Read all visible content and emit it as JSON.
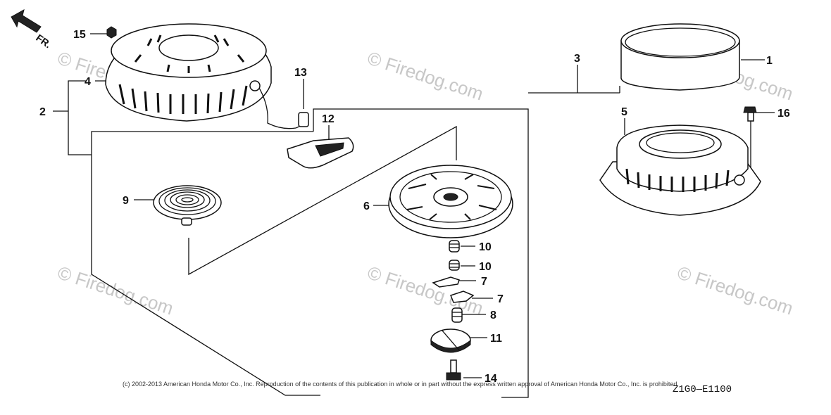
{
  "direction_label": "FR.",
  "watermark": "© Firedog.com",
  "copyright": "(c) 2002-2013 American Honda Motor Co., Inc. Reproduction of the contents of this publication in whole or in part without the express written approval of American Honda Motor Co., Inc. is prohibited.",
  "diagram_code": "Z1G0—E1100",
  "callouts": {
    "c1": "1",
    "c2": "2",
    "c3": "3",
    "c4": "4",
    "c5": "5",
    "c6": "6",
    "c7a": "7",
    "c7b": "7",
    "c8": "8",
    "c9": "9",
    "c10a": "10",
    "c10b": "10",
    "c11": "11",
    "c12": "12",
    "c13": "13",
    "c14": "14",
    "c15": "15",
    "c16": "16"
  }
}
